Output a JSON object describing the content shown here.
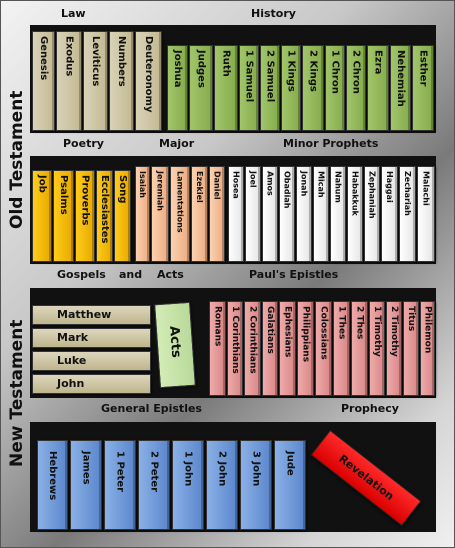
{
  "sections": {
    "old_testament": "Old Testament",
    "new_testament": "New Testament"
  },
  "group_labels": {
    "law": "Law",
    "history": "History",
    "poetry": "Poetry",
    "major": "Major",
    "minor_prophets": "Minor Prophets",
    "gospels": "Gospels",
    "and": "and",
    "acts": "Acts",
    "pauls_epistles": "Paul's Epistles",
    "general_epistles": "General Epistles",
    "prophecy": "Prophecy"
  },
  "law": [
    "Genesis",
    "Exodus",
    "Leviticus",
    "Numbers",
    "Deuteronomy"
  ],
  "history": [
    "Joshua",
    "Judges",
    "Ruth",
    "1 Samuel",
    "2 Samuel",
    "1 Kings",
    "2 Kings",
    "1 Chron",
    "2 Chron",
    "Ezra",
    "Nehemiah",
    "Esther"
  ],
  "poetry": [
    "Job",
    "Psalms",
    "Proverbs",
    "Ecclesiastes",
    "Song"
  ],
  "major": [
    "Isaiah",
    "Jeremiah",
    "Lamentations",
    "Ezekiel",
    "Daniel"
  ],
  "minor": [
    "Hosea",
    "Joel",
    "Amos",
    "Obadiah",
    "Jonah",
    "Micah",
    "Nahum",
    "Habakkuk",
    "Zephaniah",
    "Haggai",
    "Zechariah",
    "Malachi"
  ],
  "gospels": [
    "Matthew",
    "Mark",
    "Luke",
    "John"
  ],
  "acts_book": "Acts",
  "pauls": [
    "Romans",
    "1 Corinthians",
    "2 Corinthians",
    "Galatians",
    "Ephesians",
    "Philippians",
    "Colossians",
    "1 Thes",
    "2 Thes",
    "1 Timothy",
    "2 Timothy",
    "Titus",
    "Philemon"
  ],
  "general": [
    "Hebrews",
    "James",
    "1 Peter",
    "2 Peter",
    "1 John",
    "2 John",
    "3 John",
    "Jude"
  ],
  "prophecy_book": "Revelation",
  "colors": {
    "law": "#c3b991",
    "history": "#84ab4c",
    "poetry": "#e6a800",
    "major": "#ecaa80",
    "minor": "#ffffff",
    "gospels": "#c3b991",
    "acts": "#b9d99a",
    "pauls": "#d98585",
    "general": "#5a86cc",
    "prophecy": "#d90000",
    "shelf": "#111111"
  }
}
